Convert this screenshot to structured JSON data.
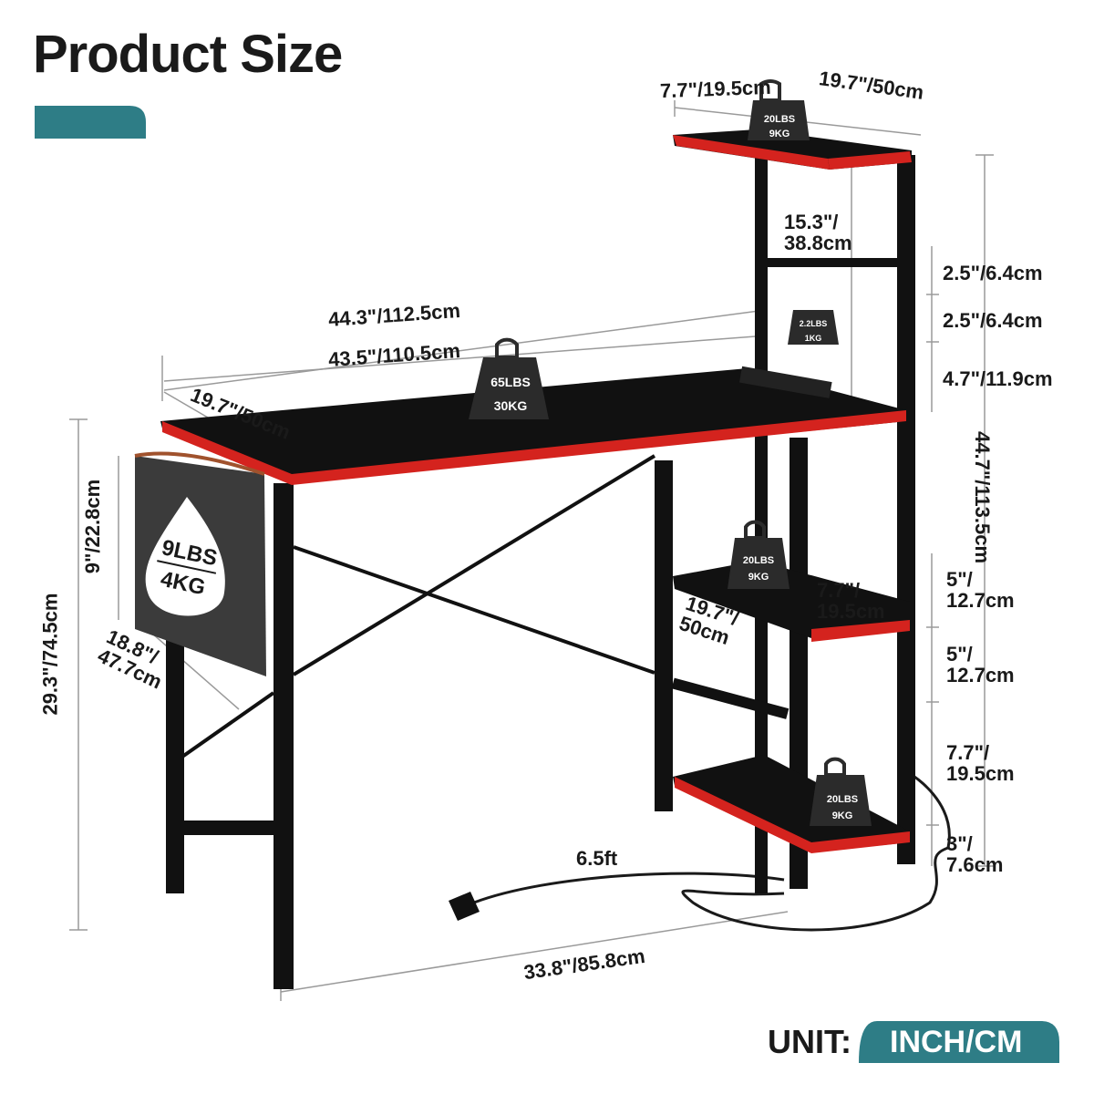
{
  "title": "Product Size",
  "accent_color": "#2e7d86",
  "desk_colors": {
    "frame": "#111111",
    "trim": "#d4231e",
    "bag": "#3b3b3b"
  },
  "dimensions": {
    "top_shelf_depth": "7.7\"/19.5cm",
    "top_shelf_width": "19.7\"/50cm",
    "shelf_gap_upper": "15.3\"/\n38.8cm",
    "hook_gap_1": "2.5\"/6.4cm",
    "hook_gap_2": "2.5\"/6.4cm",
    "outlet_gap": "4.7\"/11.9cm",
    "total_height": "44.7\"/113.5cm",
    "overall_width": "44.3\"/112.5cm",
    "desktop_width": "43.5\"/110.5cm",
    "desk_depth": "19.7\"/50cm",
    "bag_height": "9\"/22.8cm",
    "desk_height": "29.3\"/74.5cm",
    "bag_width": "18.8\"/\n47.7cm",
    "lower_shelf_width": "19.7\"/\n50cm",
    "lower_shelf_depth": "7.7\"/\n19.5cm",
    "shelf_gap_a": "5\"/\n12.7cm",
    "shelf_gap_b": "5\"/\n12.7cm",
    "shelf_gap_c": "7.7\"/\n19.5cm",
    "shelf_gap_d": "3\"/\n7.6cm",
    "cable_length": "6.5ft",
    "leg_span": "33.8\"/85.8cm"
  },
  "weights": {
    "top_shelf": {
      "lbs": "20LBS",
      "kg": "9KG"
    },
    "hook": {
      "lbs": "2.2LBS",
      "kg": "1KG"
    },
    "desktop": {
      "lbs": "65LBS",
      "kg": "30KG"
    },
    "middle_shelf": {
      "lbs": "20LBS",
      "kg": "9KG"
    },
    "bottom_shelf": {
      "lbs": "20LBS",
      "kg": "9KG"
    },
    "bag": {
      "lbs": "9LBS",
      "kg": "4KG"
    }
  },
  "unit": {
    "label": "UNIT:",
    "value": "INCH/CM"
  }
}
